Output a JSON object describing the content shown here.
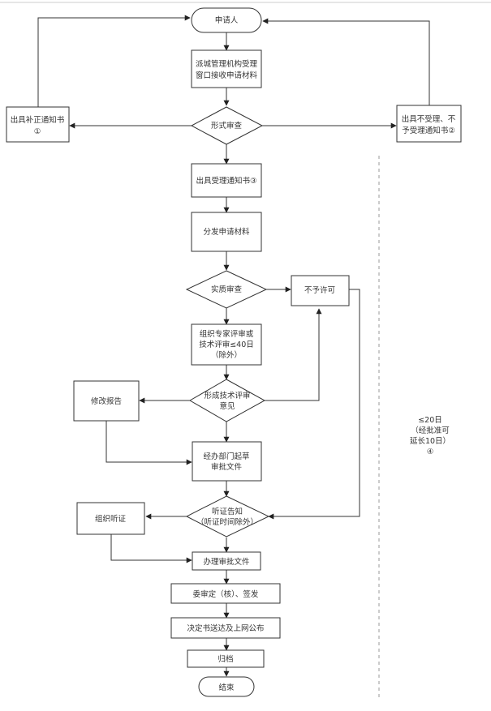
{
  "diagram": {
    "nodes": {
      "applicant": {
        "text": "申请人"
      },
      "receive_line1": {
        "text": "派城管理机构受理"
      },
      "receive_line2": {
        "text": "窗口接收申请材料"
      },
      "formal_review": {
        "text": "形式审查"
      },
      "correction_line1": {
        "text": "出具补正通知书"
      },
      "correction_line2": {
        "text": "①"
      },
      "reject_line1": {
        "text": "出具不受理、不"
      },
      "reject_line2": {
        "text": "予受理通知书②"
      },
      "accept_notice": {
        "text": "出具受理通知书③"
      },
      "distribute": {
        "text": "分发申请材料"
      },
      "substantive_review": {
        "text": "实质审查"
      },
      "deny_permit": {
        "text": "不予许可"
      },
      "expert_line1": {
        "text": "组织专家评审或"
      },
      "expert_line2": {
        "text": "技术评审≤40日"
      },
      "expert_line3": {
        "text": "（除外）"
      },
      "tech_opinion_line1": {
        "text": "形成技术评审"
      },
      "tech_opinion_line2": {
        "text": "意见"
      },
      "revise_report": {
        "text": "修改报告"
      },
      "draft_line1": {
        "text": "经办部门起草"
      },
      "draft_line2": {
        "text": "审批文件"
      },
      "hearing_line1": {
        "text": "听证告知"
      },
      "hearing_line2": {
        "text": "（听证时间除外）"
      },
      "organize_hearing": {
        "text": "组织听证"
      },
      "process_approval": {
        "text": "办理审批文件"
      },
      "committee_sign": {
        "text": "委审定（核）、签发"
      },
      "publish": {
        "text": "决定书送达及上网公布"
      },
      "archive": {
        "text": "归档"
      },
      "end": {
        "text": "结束"
      }
    },
    "time_note": {
      "line1": "≤20日",
      "line2": "（经批准可",
      "line3": "延长10日）",
      "line4": "④"
    }
  }
}
